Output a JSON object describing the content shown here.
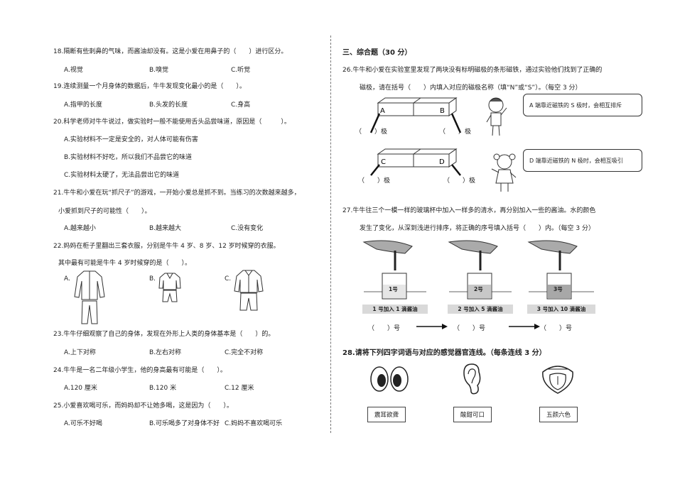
{
  "left": {
    "q18": {
      "text": "18.隔断有些刺鼻的气味，而酱油却没有。这是小爱在用鼻子的（　　）进行区分。",
      "options": [
        "A.视觉",
        "B.嗅觉",
        "C.听觉"
      ]
    },
    "q19": {
      "text": "19.连续测量一个月身体的数据后，牛牛发现变化最小的是（　　）。",
      "options": [
        "A.指甲的长度",
        "B.头发的长度",
        "C.身高"
      ]
    },
    "q20": {
      "text": "20.科学老师对牛牛说过，做实验时一般不能使用舌头品尝味道，原因是（　　　）。",
      "options": [
        "A.实验材料不一定是安全的，对人体可能有伤害",
        "B.实验材料不好吃，所以我们不品尝它的味道",
        "C.实验材料太硬了，无法品尝出它的味道"
      ]
    },
    "q21": {
      "line1": "21.牛牛和小爱在玩“抓尺子”的游戏，一开始小爱总是抓不到。当练习的次数越来越多，",
      "line2": "小爱抓到尺子的可能性（　　）。",
      "options": [
        "A.越来越小",
        "B.越来越大",
        "C.没有变化"
      ]
    },
    "q22": {
      "line1": "22.妈妈在柜子里翻出三套衣服，分别是牛牛 4 岁、8 岁、12 岁时候穿的衣服。",
      "line2": "其中最有可能是牛牛 4 岁时候穿的是（　　）。",
      "labels": [
        "A.",
        "B.",
        "C."
      ]
    },
    "q23": {
      "text": "23.牛牛仔细观察了自己的身体，发现在外形上人类的身体基本是（　　）的。",
      "options": [
        "A.上下对称",
        "B.左右对称",
        "C.完全不对称"
      ]
    },
    "q24": {
      "text": "24.牛牛是一名二年级小学生，他的身高最有可能是（　　）。",
      "options": [
        "A.120 厘米",
        "B.120 米",
        "C.12 厘米"
      ]
    },
    "q25": {
      "text": "25.小爱喜欢喝可乐，而妈妈却不让她多喝，这是因为（　　）。",
      "options": [
        "A.可乐不好喝",
        "B.可乐喝多了对身体不好",
        "C.妈妈不喜欢喝可乐"
      ]
    }
  },
  "right": {
    "section_title": "三、综合题（30 分）",
    "q26": {
      "line1": "26.牛牛和小爱在实验室里发现了两块没有标明磁极的条形磁铁，通过实验他们找到了正确的",
      "line2": "磁极，请在括号（　　）内填入对应的磁极名称（填“N”或“S”）。（每空 3 分）",
      "magnet1_left": "A",
      "magnet1_right": "B",
      "magnet2_left": "C",
      "magnet2_right": "D",
      "bubble1": "A 端靠近磁铁的 S 极时，会相互排斥",
      "bubble2": "D 端靠近磁铁的 N 极时，会相互吸引",
      "blank": "（　　）极"
    },
    "q27": {
      "line1": "27.牛牛往三个一模一样的玻璃杯中加入一样多的清水，再分别加入一些的酱油。水的颜色",
      "line2": "发生了变化，从深到浅进行排序，将正确的序号填入括号（　　）内。（每空 3 分）",
      "cups": [
        {
          "num": "1号",
          "caption": "1 号加入 1 滴酱油"
        },
        {
          "num": "2号",
          "caption": "2 号加入 5 滴酱油"
        },
        {
          "num": "3号",
          "caption": "3 号加入 10 滴酱油"
        }
      ],
      "blank": "（　　）号"
    },
    "q28": {
      "title": "28.请将下列四字词语与对应的感觉器官连线。（每条连线 3 分）",
      "words": [
        "震耳欲聋",
        "酸甜可口",
        "五颜六色"
      ]
    }
  },
  "colors": {
    "ink": "#222222",
    "line": "#444444",
    "caption_bg": "#d9d9d9"
  }
}
